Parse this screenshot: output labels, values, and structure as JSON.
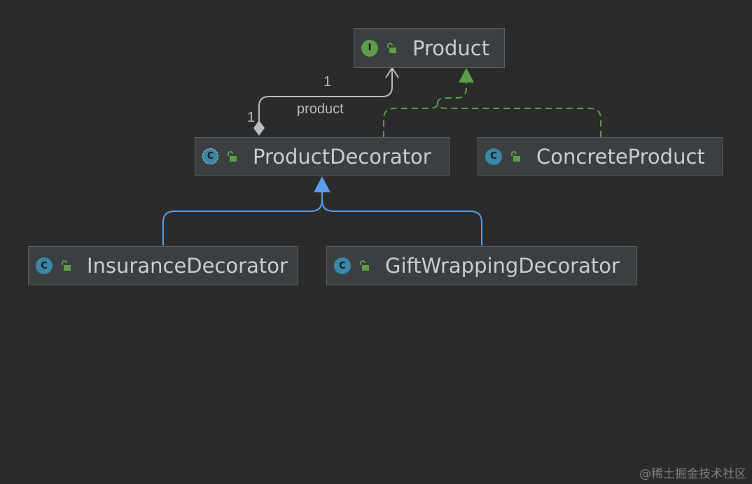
{
  "nodes": {
    "product": {
      "name": "Product",
      "kind_letter": "I"
    },
    "product_decorator": {
      "name": "ProductDecorator",
      "kind_letter": "C"
    },
    "concrete_product": {
      "name": "ConcreteProduct",
      "kind_letter": "C"
    },
    "insurance_decorator": {
      "name": "InsuranceDecorator",
      "kind_letter": "C"
    },
    "gift_wrapping_decorator": {
      "name": "GiftWrappingDecorator",
      "kind_letter": "C"
    }
  },
  "edges": {
    "aggregation": {
      "from": "ProductDecorator",
      "to": "Product",
      "role_label": "product",
      "multiplicity_source": "1",
      "multiplicity_target": "1",
      "color": "#bbbbbb"
    },
    "implementation": {
      "from": "ConcreteProduct / ProductDecorator",
      "to": "Product",
      "color": "#5e9d4a"
    },
    "inheritance": {
      "from": "InsuranceDecorator / GiftWrappingDecorator",
      "to": "ProductDecorator",
      "color": "#5a9de8"
    }
  },
  "watermark": "@稀土掘金技术社区",
  "colors": {
    "background": "#2b2b2b",
    "node_fill": "#3c3f41",
    "node_border": "#5e6060",
    "interface_icon": "#5e9d4a",
    "class_icon": "#3a86a5",
    "visibility_icon": "#5e9d4a"
  },
  "icons": [
    "interface-icon",
    "class-icon",
    "abstract-class-icon",
    "public-visibility-icon"
  ]
}
